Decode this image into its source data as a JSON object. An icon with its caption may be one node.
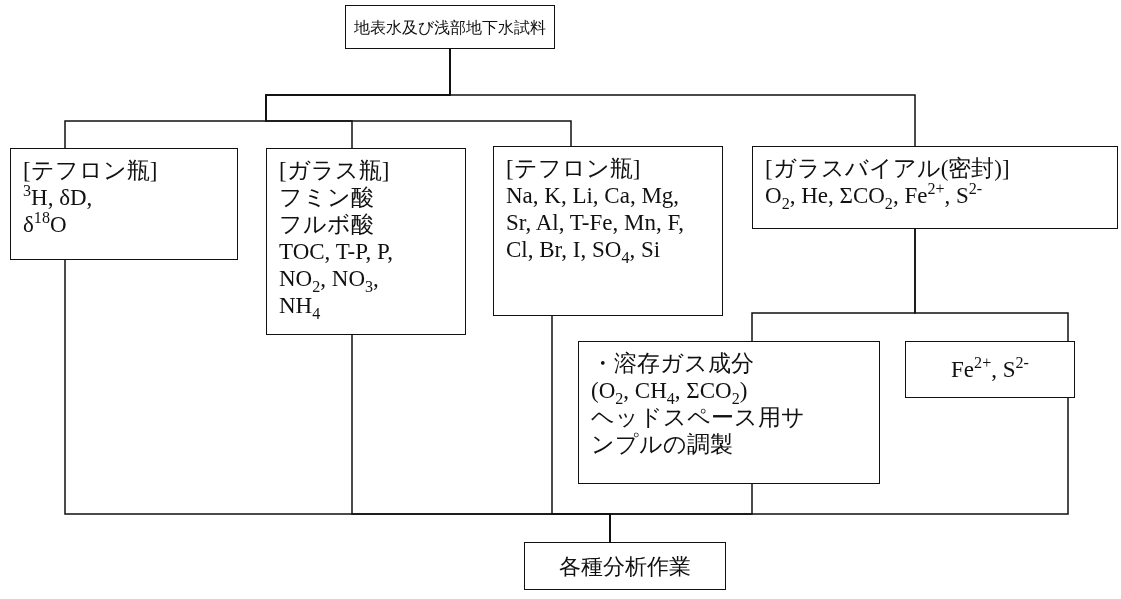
{
  "diagram": {
    "nodes": [
      {
        "text": [
          "地表水及び浅部地下水試料"
        ]
      },
      {
        "text": [
          "[テフロン瓶]",
          "$^{3}$H, δD, δ$^{18}$O"
        ]
      },
      {
        "text": [
          "[ガラス瓶]",
          "フミン酸",
          "フルボ酸",
          "TOC, T-P, P, NO$_{2}$, NO$_{3}$, NH$_{4}$"
        ]
      },
      {
        "text": [
          "[テフロン瓶]",
          "Na, K, Li, Ca, Mg, Sr, Al, T-Fe, Mn, F, Cl, Br, I, SO$_{4}$, Si"
        ]
      },
      {
        "text": [
          "[ガラスバイアル(密封)]",
          "O$_{2}$, He, ΣCO$_{2}$, Fe$^{2+}$, S$^{2-}$"
        ]
      },
      {
        "text": [
          "・溶存ガス成分",
          "(O$_{2}$, CH$_{4}$, ΣCO$_{2}$)",
          "ヘッドスペース用サンプルの調製"
        ]
      },
      {
        "text": [
          "Fe$^{2+}$, S$^{2-}$"
        ]
      },
      {
        "text": [
          "各種分析作業"
        ]
      }
    ],
    "edges": [
      {
        "from": 0,
        "to": 1,
        "arrow": "none"
      },
      {
        "from": 0,
        "to": 2,
        "arrow": "none"
      },
      {
        "from": 0,
        "to": 3,
        "arrow": "none"
      },
      {
        "from": 0,
        "to": 4,
        "arrow": "none"
      },
      {
        "from": 4,
        "to": 5,
        "arrow": "none"
      },
      {
        "from": 4,
        "to": 6,
        "arrow": "none"
      },
      {
        "from": 1,
        "to": 7,
        "arrow": "none"
      },
      {
        "from": 2,
        "to": 7,
        "arrow": "none"
      },
      {
        "from": 3,
        "to": 7,
        "arrow": "none"
      },
      {
        "from": 5,
        "to": 7,
        "arrow": "none"
      },
      {
        "from": 6,
        "to": 7,
        "arrow": "none"
      }
    ]
  }
}
